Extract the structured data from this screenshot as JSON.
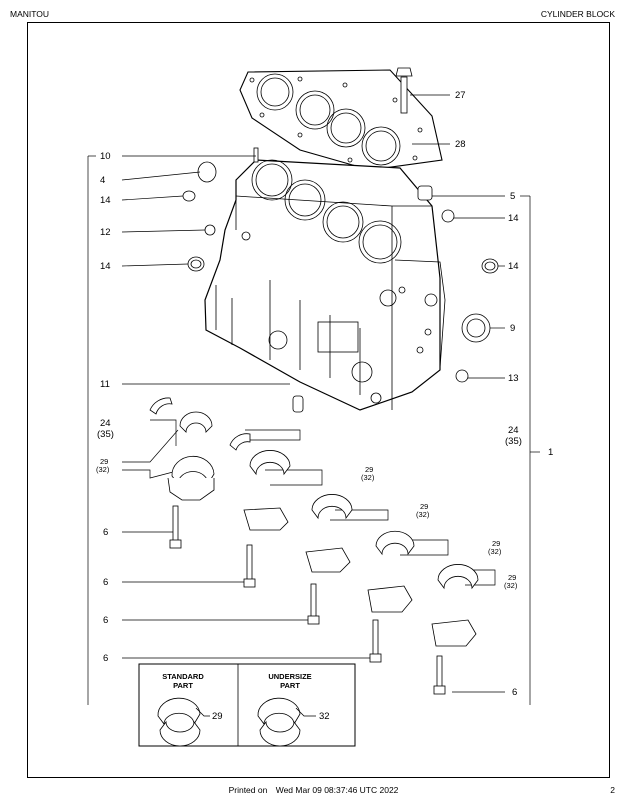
{
  "header": {
    "brand": "MANITOU",
    "title": "CYLINDER BLOCK"
  },
  "callouts": {
    "c27": "27",
    "c28": "28",
    "c10": "10",
    "c4": "4",
    "c14a": "14",
    "c12": "12",
    "c14b": "14",
    "c5": "5",
    "c14c": "14",
    "c14d": "14",
    "c9": "9",
    "c13": "13",
    "c11": "11",
    "c24a": "24",
    "c35a": "(35)",
    "c24b": "24",
    "c35b": "(35)",
    "c1": "1",
    "c29a": "29",
    "c32a": "(32)",
    "c29b": "29",
    "c32b": "(32)",
    "c29c": "29",
    "c32c": "(32)",
    "c29d": "29",
    "c32d": "(32)",
    "c29e": "29",
    "c32e": "(32)",
    "c6a": "6",
    "c6b": "6",
    "c6c": "6",
    "c6d": "6",
    "c6e": "6"
  },
  "inset": {
    "standard_l1": "STANDARD",
    "standard_l2": "PART",
    "standard_num": "29",
    "undersize_l1": "UNDERSIZE",
    "undersize_l2": "PART",
    "undersize_num": "32"
  },
  "footer": {
    "printed_label": "Printed on",
    "printed_date": "Wed Mar 09 08:37:46 UTC 2022",
    "page": "2"
  }
}
